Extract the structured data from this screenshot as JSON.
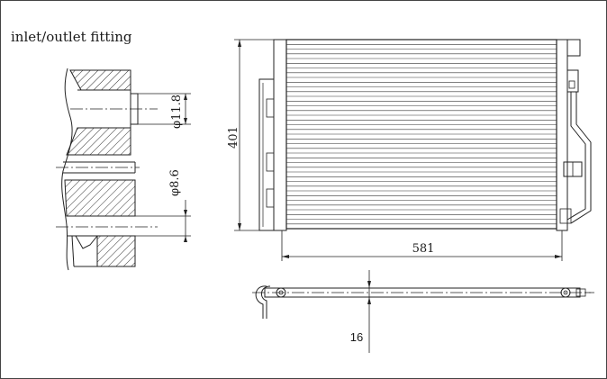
{
  "title": "inlet/outlet fitting",
  "dimensions": {
    "inlet_diameter": "φ11.8",
    "outlet_diameter": "φ8.6",
    "height": "401",
    "width": "581",
    "thickness": "16"
  },
  "colors": {
    "line": "#222222",
    "background": "#ffffff"
  }
}
